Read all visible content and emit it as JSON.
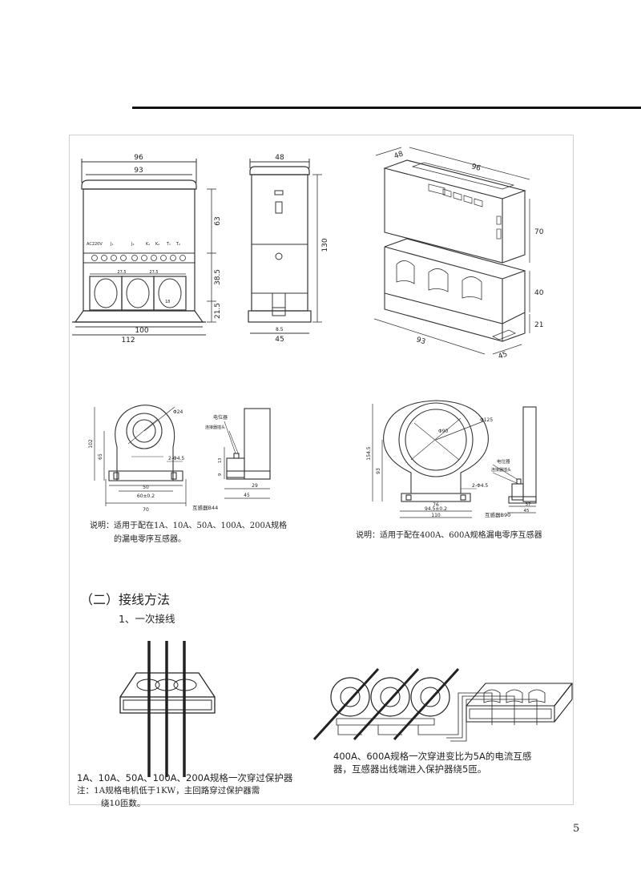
{
  "page_number": "5",
  "front_view": {
    "dim_overall_width": "96",
    "dim_inner_width": "93",
    "dim_base_width": "100",
    "dim_footprint_width": "112",
    "dim_upper_height": "63",
    "dim_middle_height": "38.5",
    "dim_lower_height": "21.5",
    "dim_window_spacing_1": "27.5",
    "dim_window_spacing_2": "27.5",
    "dim_window_size": "18",
    "terminal_ac": "AC220V",
    "terminal_j1": "J₁",
    "terminal_j2": "J₂",
    "terminal_k1": "K₁",
    "terminal_k2": "K₂",
    "terminal_t1": "T₁",
    "terminal_t2": "T₂"
  },
  "side_view": {
    "dim_top_width": "48",
    "dim_height": "130",
    "dim_base_width": "45",
    "dim_slot": "8.5"
  },
  "iso_view": {
    "dim_depth": "48",
    "dim_width": "96",
    "dim_upper_height": "70",
    "dim_middle_height": "40",
    "dim_lower_height": "21",
    "dim_base_width": "93",
    "dim_base_depth": "45"
  },
  "ct_b44": {
    "dim_total_height": "102",
    "dim_center_height": "65",
    "dim_hole": "Φ24",
    "dim_pin_width": "50",
    "dim_pin_spacing": "60±0.2",
    "dim_base_width": "70",
    "dim_mount_hole": "2-Φ4.5",
    "dim_side_13": "13",
    "dim_side_9": "9",
    "dim_side_depth": "29",
    "dim_side_total": "45",
    "label_potentiometer": "电位器",
    "label_connector": "连接器插头",
    "model": "互感器B44"
  },
  "ct_b90": {
    "dim_total_height": "154.5",
    "dim_center_height": "93",
    "dim_hole": "Φ90",
    "dim_outer": "Φ125",
    "dim_pin_width": "76",
    "dim_pin_spacing": "94.5±0.2",
    "dim_base_width": "110",
    "dim_mount_hole": "2-Φ4.5",
    "dim_side_depth": "37",
    "dim_side_total": "45",
    "label_potentiometer": "电位器",
    "label_connector": "连接器插头",
    "model": "互感器B90"
  },
  "note_b44": {
    "line1": "说明：适用于配在1A、10A、50A、100A、200A规格",
    "line2": "的漏电零序互感器。"
  },
  "note_b90": {
    "line1": "说明：适用于配在400A、600A规格漏电零序互感器"
  },
  "section": {
    "heading": "（二）接线方法",
    "subheading": "1、一次接线"
  },
  "wiring_left": {
    "caption1": "1A、10A、50A、100A、200A规格一次穿过保护器",
    "caption2": "注：1A规格电机低于1KW，主回路穿过保护器需",
    "caption3": "绕10匝数。"
  },
  "wiring_right": {
    "caption1": "400A、600A规格一次穿进变比为5A的电流互感",
    "caption2": "器，互感器出线端进入保护器绕5匝。"
  }
}
